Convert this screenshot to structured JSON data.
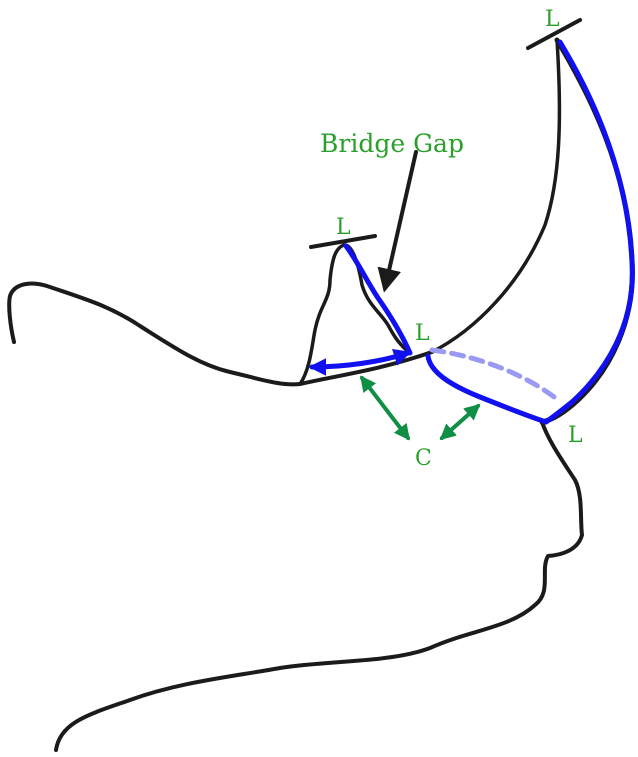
{
  "labels": {
    "bridge_gap": "Bridge Gap",
    "l_top_right": "L",
    "l_top_middle": "L",
    "l_middle": "L",
    "l_bottom_right": "L",
    "c": "C"
  },
  "colors": {
    "outline": "#1b1b1b",
    "ligament": "#1010f0",
    "ligament_dashed": "#9a9af5",
    "label_text": "#2aa02a",
    "c_arrows": "#0e8f45"
  }
}
